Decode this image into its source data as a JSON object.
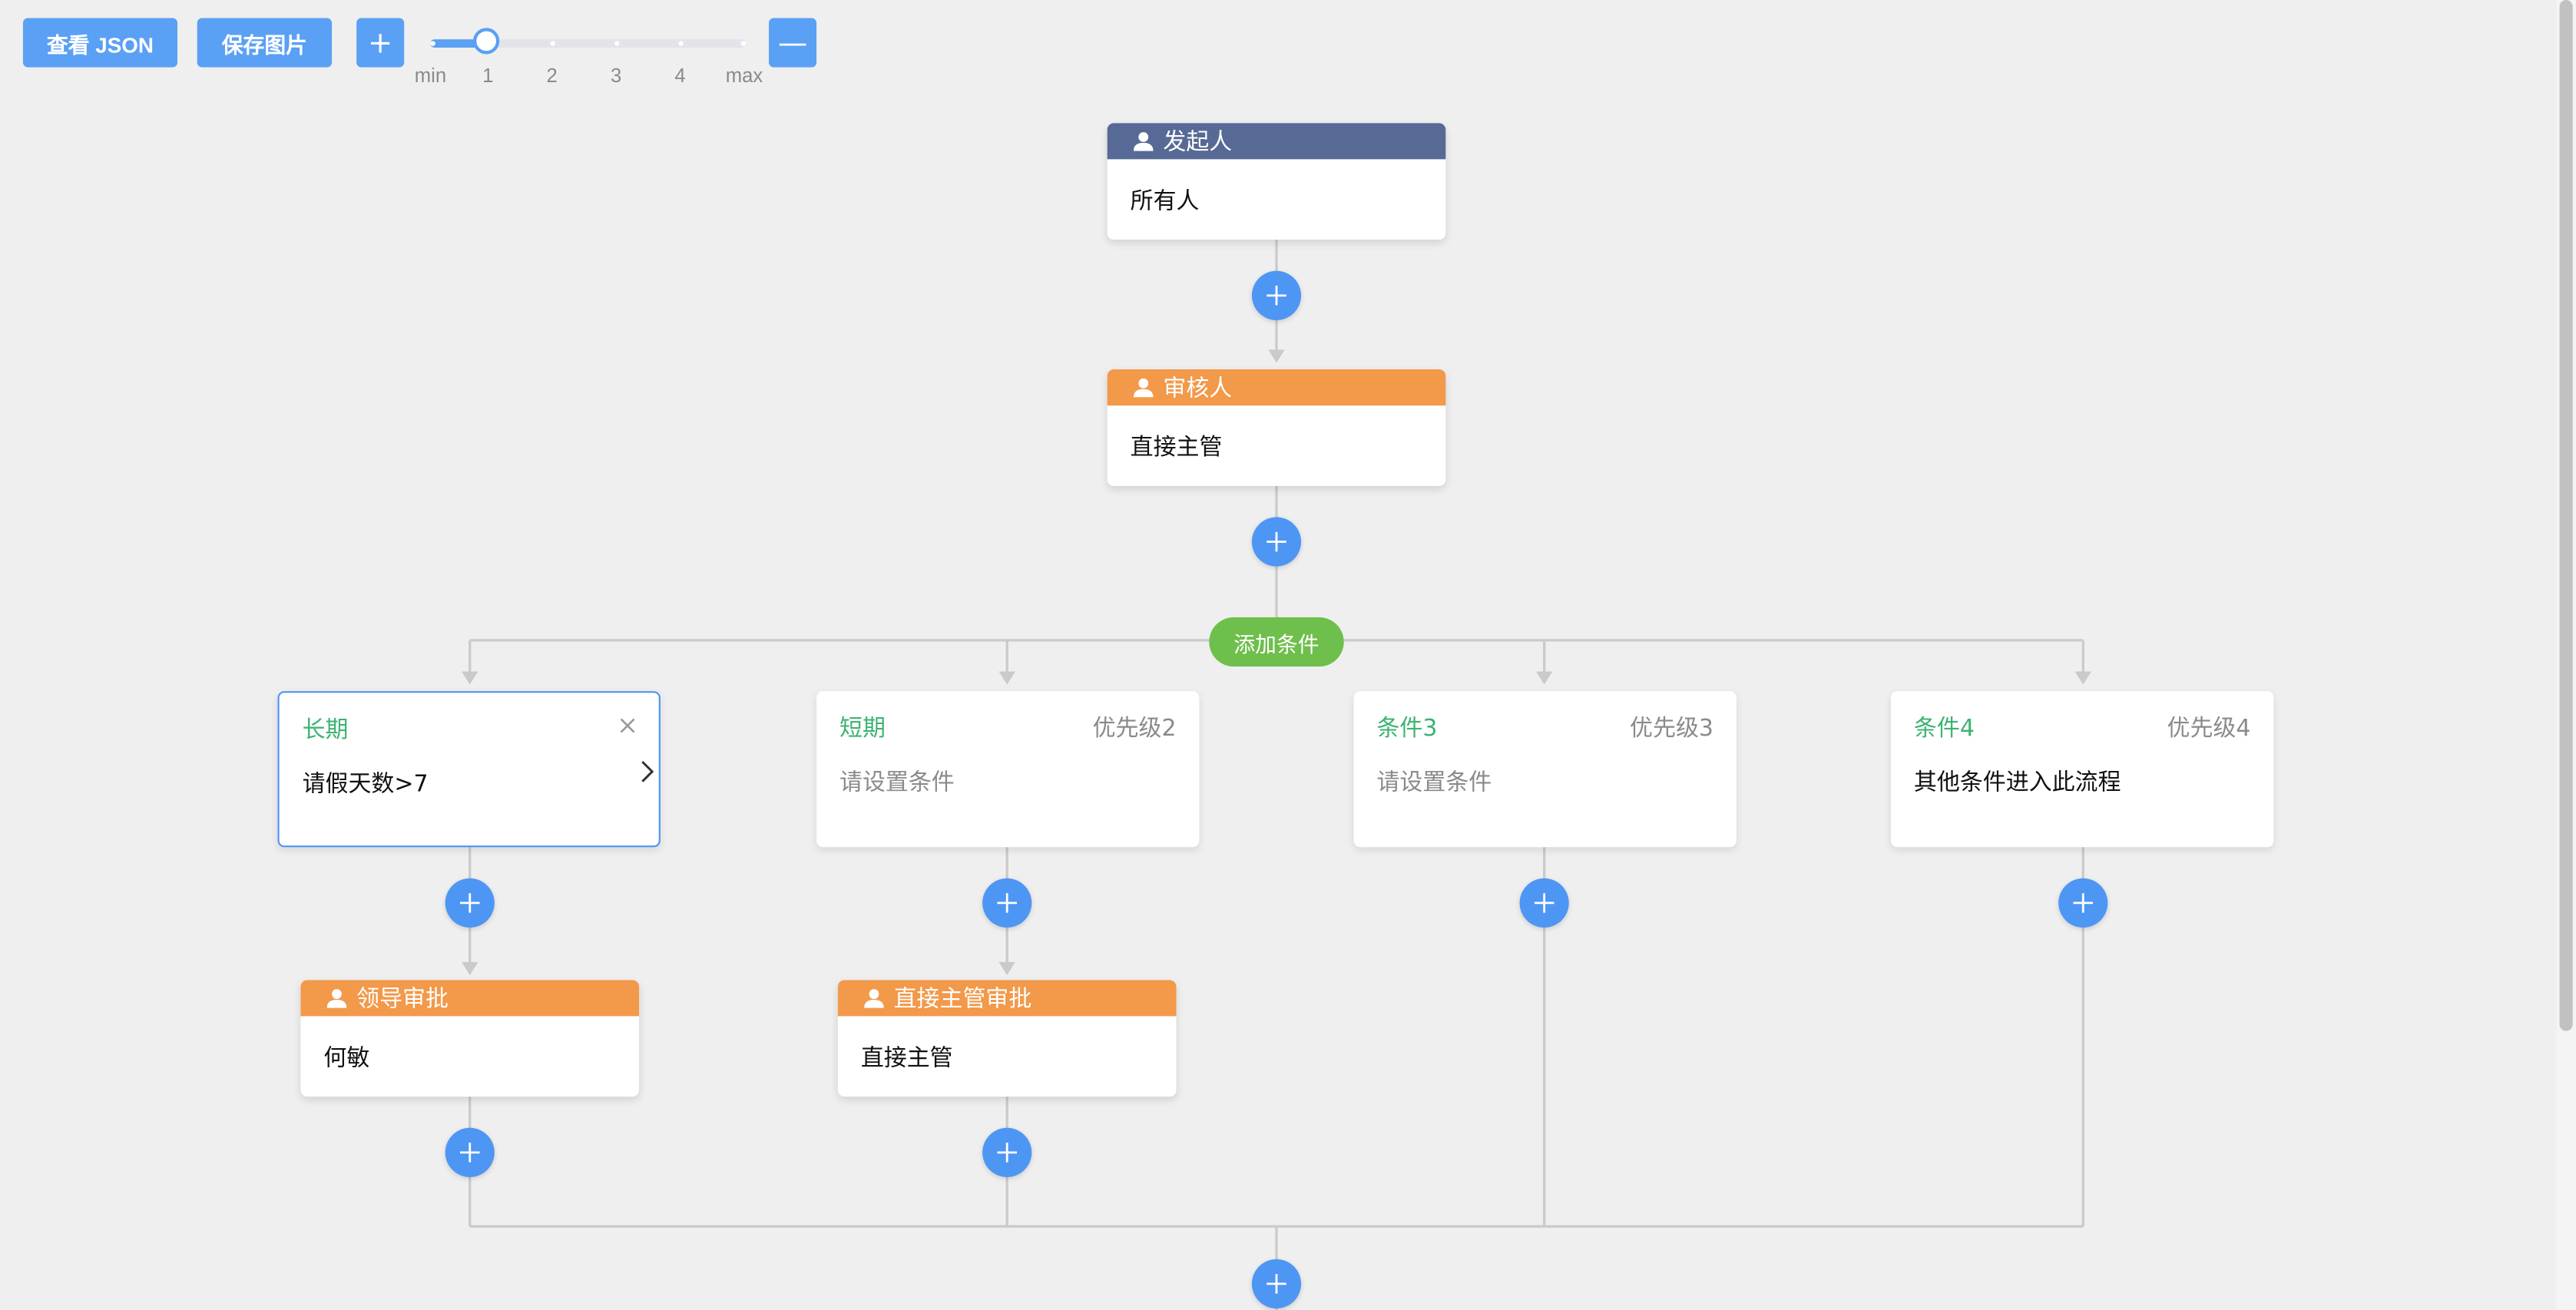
{
  "toolbar": {
    "view_json": "查看 JSON",
    "save_image": "保存图片",
    "zoom_in": "+",
    "zoom_out": "—",
    "zoom_marks": [
      "min",
      "1",
      "2",
      "3",
      "4",
      "max"
    ],
    "zoom_level": "1"
  },
  "nodes": {
    "initiator": {
      "title": "发起人",
      "content": "所有人",
      "color": "#576a95"
    },
    "reviewer": {
      "title": "审核人",
      "content": "直接主管",
      "color": "#f2994a"
    },
    "add_condition": "添加条件",
    "leader_approval": {
      "title": "领导审批",
      "content": "何敏",
      "color": "#f2994a"
    },
    "manager_approval": {
      "title": "直接主管审批",
      "content": "直接主管",
      "color": "#f2994a"
    }
  },
  "conditions": [
    {
      "title": "长期",
      "priority": "",
      "content": "请假天数>7",
      "muted": false
    },
    {
      "title": "短期",
      "priority": "优先级2",
      "content": "请设置条件",
      "muted": true
    },
    {
      "title": "条件3",
      "priority": "优先级3",
      "content": "请设置条件",
      "muted": true
    },
    {
      "title": "条件4",
      "priority": "优先级4",
      "content": "其他条件进入此流程",
      "muted": false
    }
  ],
  "colors": {
    "accent": "#4e96f4",
    "condition_title": "#3cb371",
    "add_condition": "#6ebf4b",
    "line": "#cacaca",
    "background": "#efefef"
  },
  "icons": {
    "person": "person-icon",
    "plus": "plus-icon",
    "close": "close-icon",
    "chevron": "chevron-right-icon"
  }
}
